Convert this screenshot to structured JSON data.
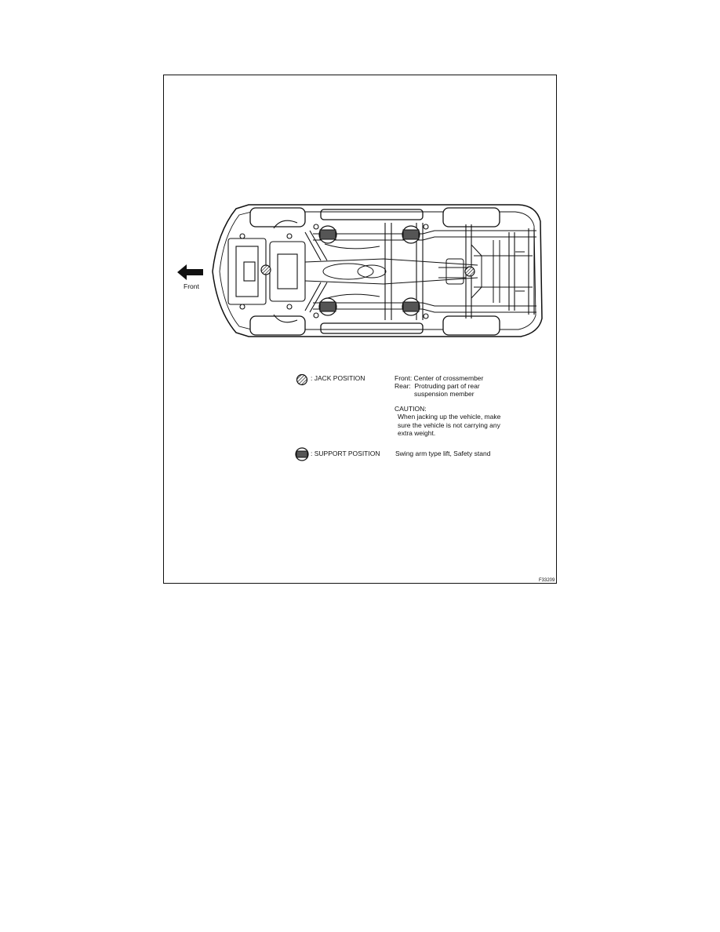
{
  "figure": {
    "front_label": "Front",
    "legend": {
      "jack_label": ": JACK POSITION",
      "jack_front": "Front: Center of crossmember",
      "jack_rear": "Rear:  Protruding part of rear",
      "jack_rear_cont": "suspension member",
      "caution_title": "CAUTION:",
      "caution_text": "When jacking up the vehicle, make\nsure the vehicle is not carrying any\nextra weight.",
      "support_label": ": SUPPORT POSITION",
      "support_desc": "Swing arm type lift, Safety stand"
    },
    "figure_code": "F33209"
  }
}
